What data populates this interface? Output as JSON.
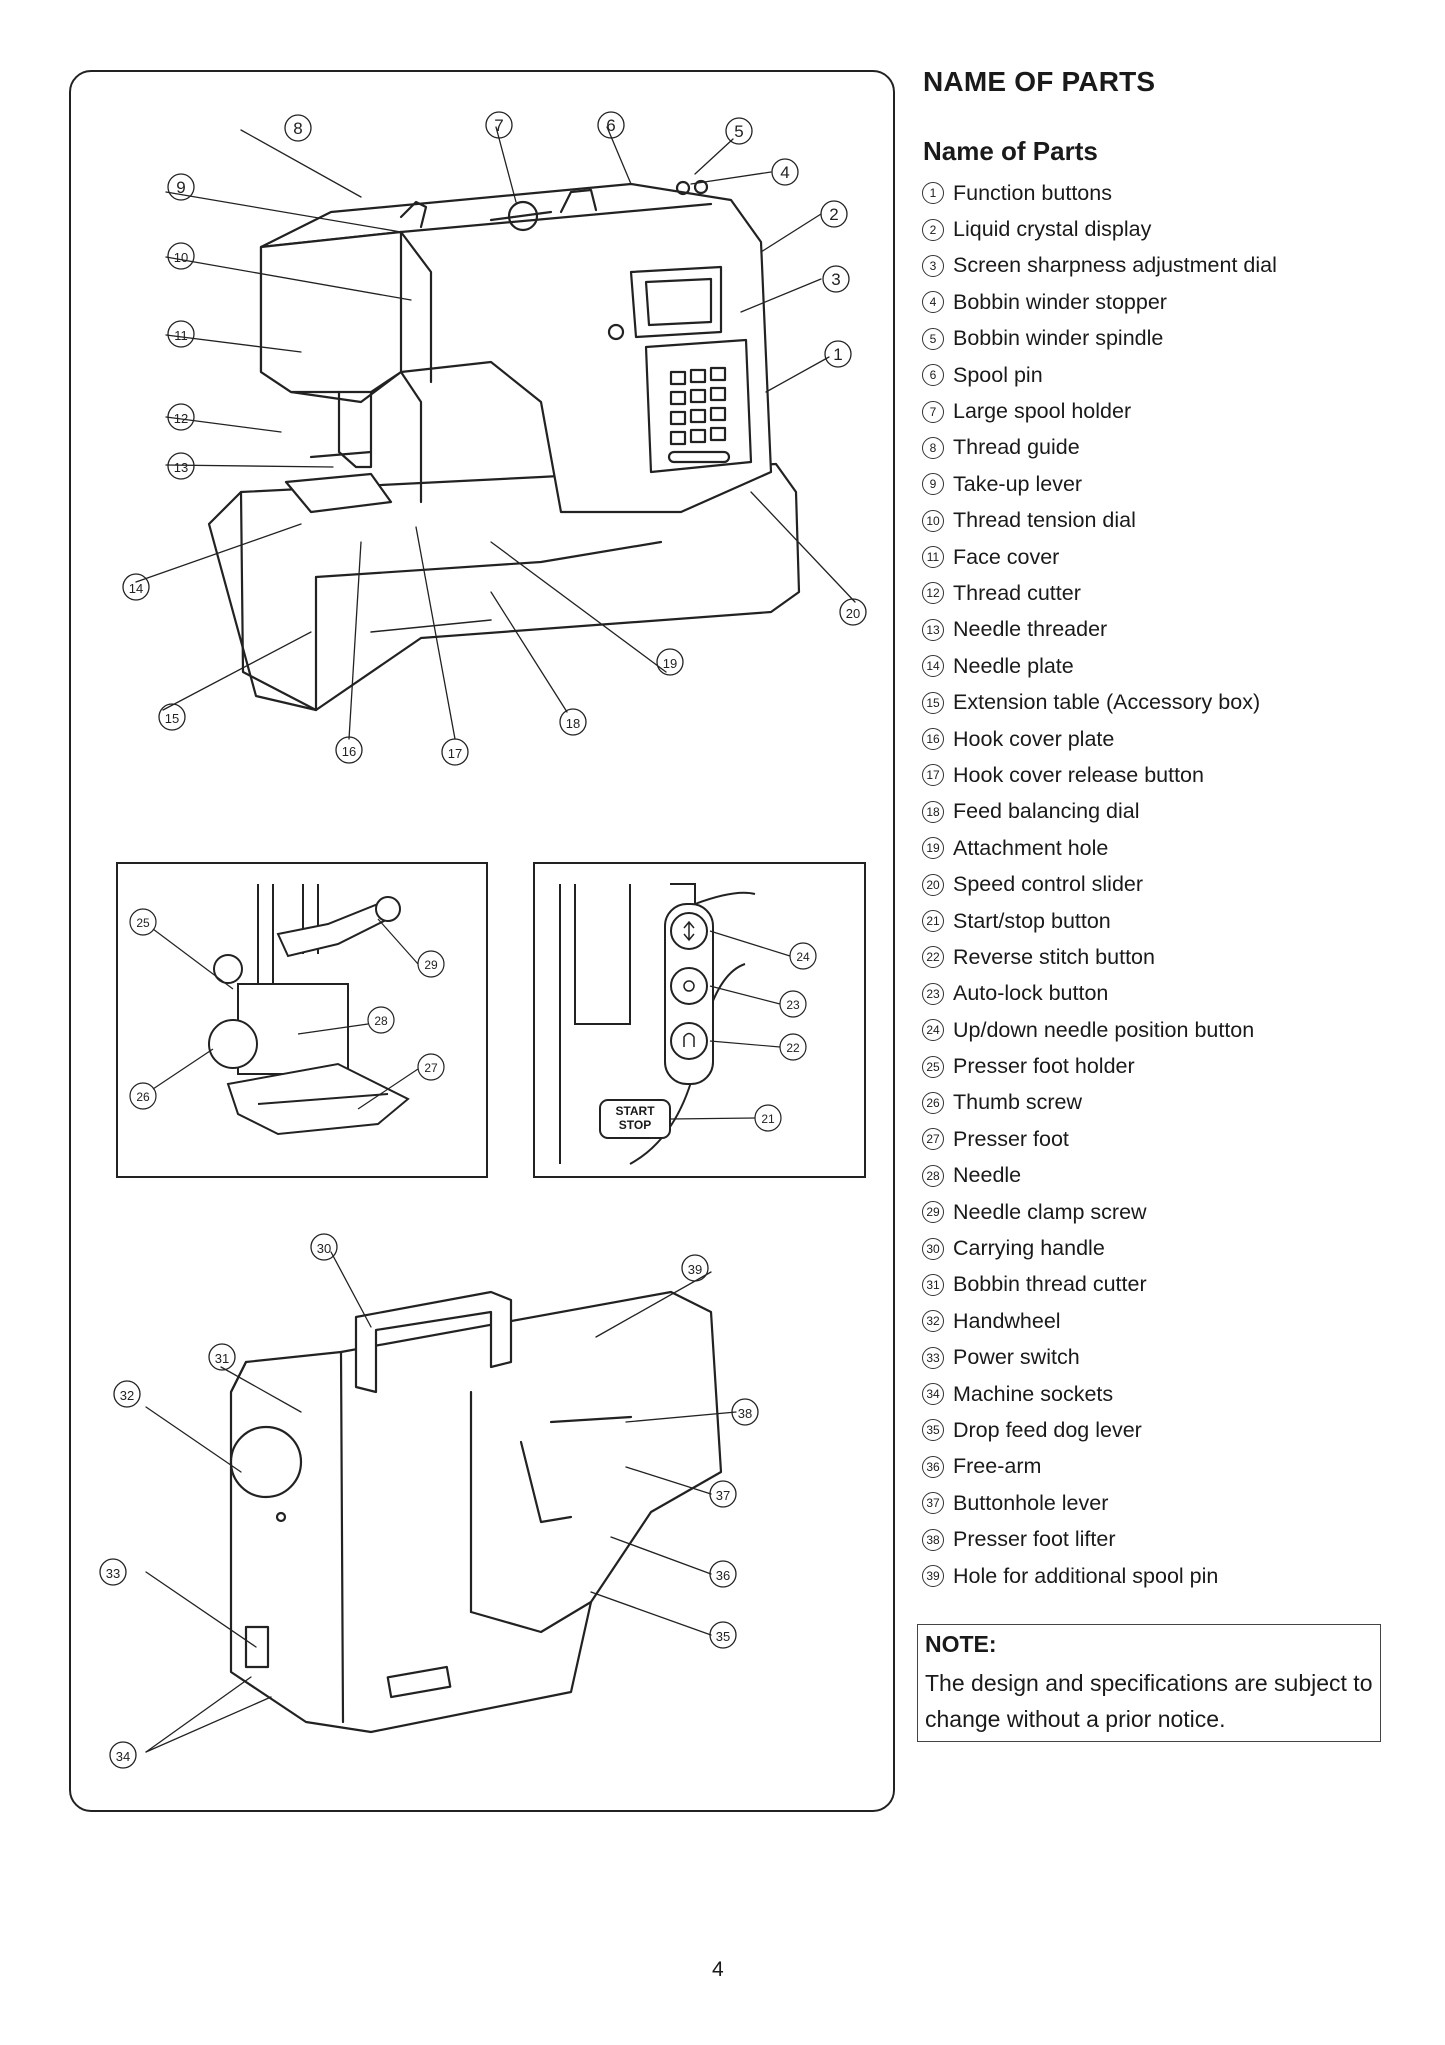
{
  "section_title": "NAME OF PARTS",
  "subsection_title": "Name of Parts",
  "parts": [
    {
      "num": "1",
      "label": "Function buttons"
    },
    {
      "num": "2",
      "label": "Liquid crystal display"
    },
    {
      "num": "3",
      "label": "Screen sharpness adjustment dial"
    },
    {
      "num": "4",
      "label": "Bobbin winder stopper"
    },
    {
      "num": "5",
      "label": "Bobbin winder spindle"
    },
    {
      "num": "6",
      "label": "Spool pin"
    },
    {
      "num": "7",
      "label": "Large spool holder"
    },
    {
      "num": "8",
      "label": "Thread guide"
    },
    {
      "num": "9",
      "label": "Take-up lever"
    },
    {
      "num": "10",
      "label": "Thread tension dial"
    },
    {
      "num": "11",
      "label": "Face cover"
    },
    {
      "num": "12",
      "label": "Thread cutter"
    },
    {
      "num": "13",
      "label": "Needle threader"
    },
    {
      "num": "14",
      "label": "Needle plate"
    },
    {
      "num": "15",
      "label": "Extension table (Accessory box)"
    },
    {
      "num": "16",
      "label": "Hook cover plate"
    },
    {
      "num": "17",
      "label": "Hook cover release button"
    },
    {
      "num": "18",
      "label": "Feed balancing dial"
    },
    {
      "num": "19",
      "label": "Attachment hole"
    },
    {
      "num": "20",
      "label": "Speed control slider"
    },
    {
      "num": "21",
      "label": "Start/stop button"
    },
    {
      "num": "22",
      "label": "Reverse stitch button"
    },
    {
      "num": "23",
      "label": "Auto-lock button"
    },
    {
      "num": "24",
      "label": "Up/down needle position button"
    },
    {
      "num": "25",
      "label": "Presser foot holder"
    },
    {
      "num": "26",
      "label": "Thumb screw"
    },
    {
      "num": "27",
      "label": "Presser foot"
    },
    {
      "num": "28",
      "label": "Needle"
    },
    {
      "num": "29",
      "label": "Needle clamp screw"
    },
    {
      "num": "30",
      "label": "Carrying handle"
    },
    {
      "num": "31",
      "label": "Bobbin thread cutter"
    },
    {
      "num": "32",
      "label": "Handwheel"
    },
    {
      "num": "33",
      "label": "Power switch"
    },
    {
      "num": "34",
      "label": "Machine sockets"
    },
    {
      "num": "35",
      "label": "Drop feed dog lever"
    },
    {
      "num": "36",
      "label": "Free-arm"
    },
    {
      "num": "37",
      "label": "Buttonhole lever"
    },
    {
      "num": "38",
      "label": "Presser foot lifter"
    },
    {
      "num": "39",
      "label": "Hole for additional spool pin"
    }
  ],
  "note": {
    "title": "NOTE:",
    "text": "The design and specifications are subject to change without  a prior notice."
  },
  "button_panel": {
    "start_label": "START",
    "stop_label": "STOP"
  },
  "page_number": "4"
}
